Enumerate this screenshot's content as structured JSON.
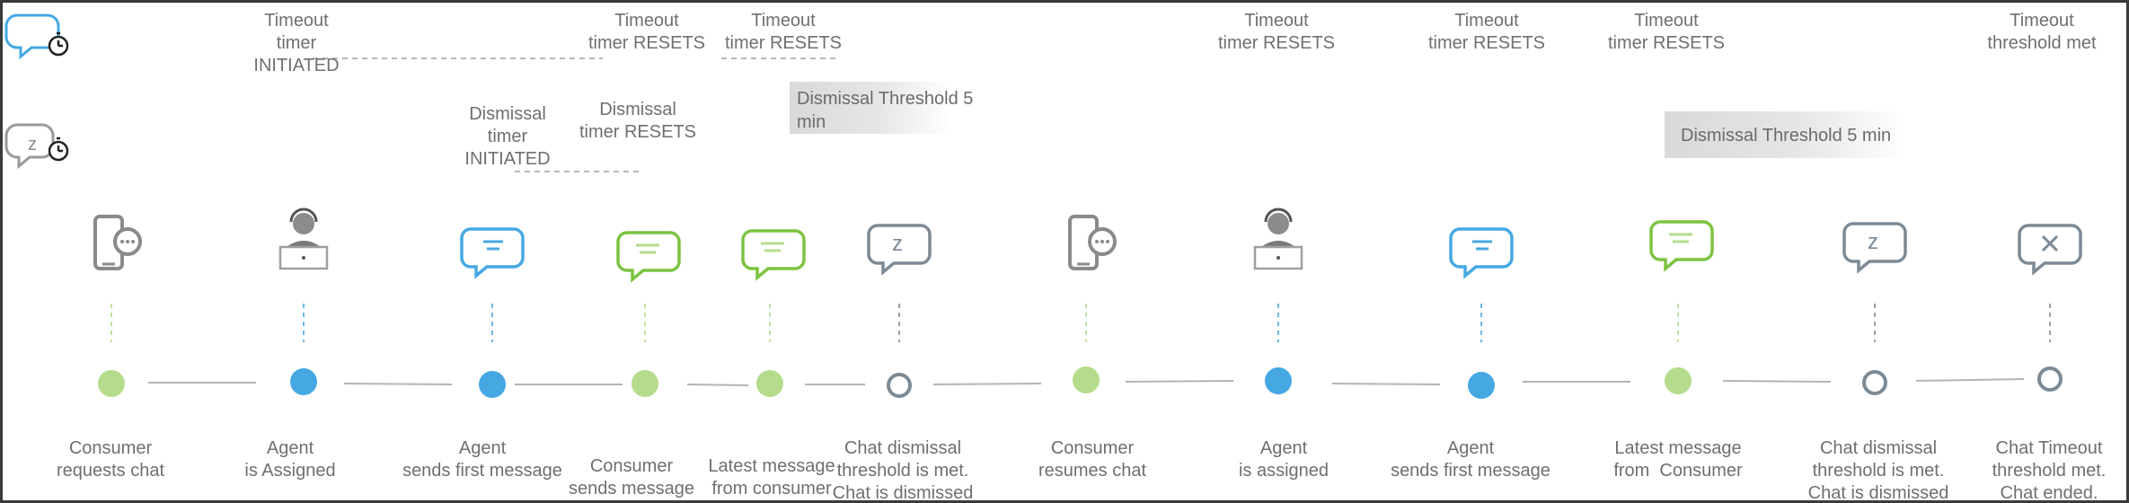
{
  "timeout_labels": [
    "Timeout\ntimer\nINITIATED",
    "Timeout\ntimer RESETS",
    "Timeout\ntimer RESETS",
    "Timeout\ntimer RESETS",
    "Timeout\ntimer RESETS",
    "Timeout\ntimer RESETS",
    "Timeout\nthreshold met"
  ],
  "dismissal_labels": [
    "Dismissal\ntimer\nINITIATED",
    "Dismissal\ntimer RESETS"
  ],
  "threshold_bands": [
    "Dismissal Threshold 5\nmin",
    "Dismissal Threshold 5 min"
  ],
  "steps": [
    {
      "caption": "Consumer\nrequests chat",
      "icon": "phone-chat-icon",
      "color": "#b5dc8c"
    },
    {
      "caption": "Agent\nis Assigned",
      "icon": "agent-laptop-icon",
      "color": "#45a8e3"
    },
    {
      "caption": "Agent\nsends first message",
      "icon": "blue-chat-bubble-icon",
      "color": "#45a8e3"
    },
    {
      "caption": "Consumer\nsends message",
      "icon": "green-chat-bubble-icon",
      "color": "#b5dc8c"
    },
    {
      "caption": "Latest message\nfrom consumer",
      "icon": "green-chat-bubble-icon",
      "color": "#b5dc8c"
    },
    {
      "caption": "Chat dismissal\nthreshold is met.\nChat is dismissed",
      "icon": "dismissed-chat-icon",
      "color": "#7c8a96"
    },
    {
      "caption": "Consumer\nresumes chat",
      "icon": "phone-chat-icon",
      "color": "#b5dc8c"
    },
    {
      "caption": "Agent\nis assigned",
      "icon": "agent-laptop-icon",
      "color": "#45a8e3"
    },
    {
      "caption": "Agent\nsends first message",
      "icon": "blue-chat-bubble-icon",
      "color": "#45a8e3"
    },
    {
      "caption": "Latest message\nfrom  Consumer",
      "icon": "green-chat-bubble-icon",
      "color": "#b5dc8c"
    },
    {
      "caption": "Chat dismissal\nthreshold is met.\nChat is dismissed",
      "icon": "dismissed-chat-icon",
      "color": "#7c8a96"
    },
    {
      "caption": "Chat Timeout\nthreshold met.\nChat ended.",
      "icon": "closed-chat-icon",
      "color": "#7c8a96"
    }
  ],
  "legend": [
    {
      "icon": "timeout-timer-icon",
      "color": "#45a8e3"
    },
    {
      "icon": "dismissal-timer-icon",
      "color": "#9a9a9a"
    }
  ]
}
